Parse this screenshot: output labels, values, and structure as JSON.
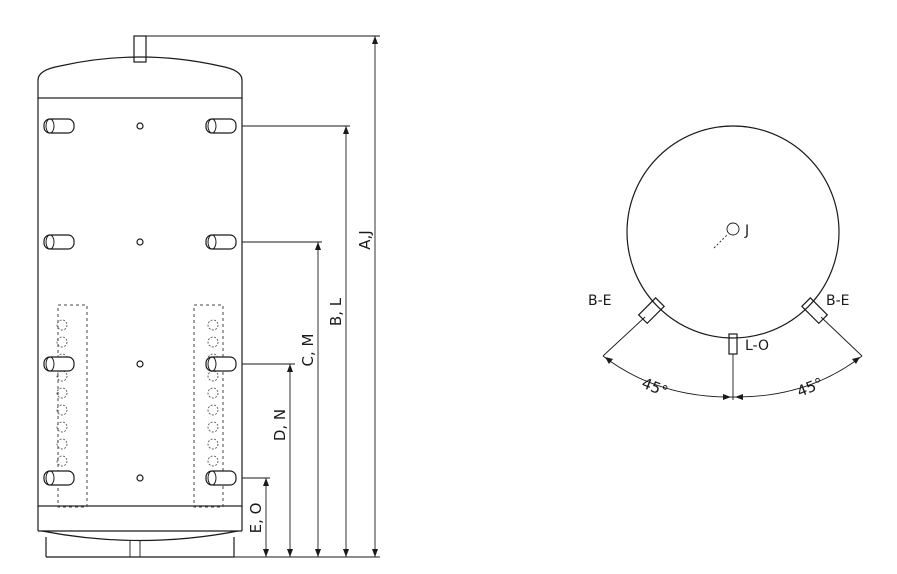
{
  "side_view": {
    "dimensions": [
      "A,J",
      "B, L",
      "C, M",
      "D, N",
      "E, O"
    ]
  },
  "top_view": {
    "center_label": "J",
    "left_label": "B-E",
    "right_label": "B-E",
    "bottom_label": "L-O",
    "left_angle": "45°",
    "right_angle": "45°"
  }
}
